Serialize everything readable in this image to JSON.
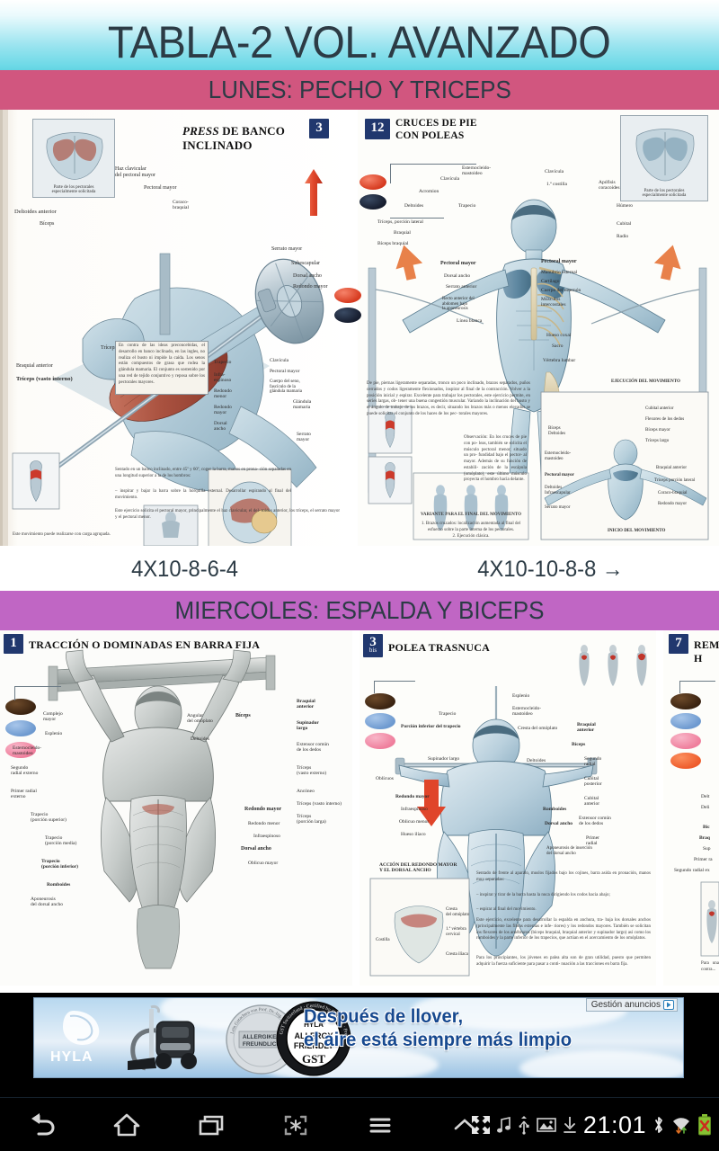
{
  "header": {
    "title": "TABLA-2 VOL. AVANZADO"
  },
  "days": [
    {
      "label": "LUNES: PECHO Y TRICEPS",
      "color": "#d1567f"
    },
    {
      "label": "MIERCOLES: ESPALDA Y BICEPS",
      "color": "#c066c4"
    }
  ],
  "monday": {
    "reps_left": "4X10-8-6-4",
    "reps_right": "4X10-10-8-8 →",
    "left_page": {
      "number": "3",
      "title_italic": "PRESS",
      "title_rest": " DE BANCO INCLINADO",
      "inset_caption": "Parte de los pectorales\nespecialmente solicitada",
      "labels": [
        "Haz clavicular\ndel pectoral mayor",
        "Pectoral mayor",
        "Coraco-\nbraquial",
        "Deltoides anterior",
        "Bíceps",
        "Serrato mayor",
        "Subescapular",
        "Dorsal ancho",
        "Redondo mayor",
        "Tríceps (porción larga)",
        "Braquial anterior",
        "Tríceps (vasto interno)",
        "Trapecio",
        "Infra-\nespinoso",
        "Redondo\nmenor",
        "Redondo\nmayor",
        "Dorsal\nancho",
        "Clavícula",
        "Pectoral mayor",
        "Cuerpo del esternon, fascículo de la glándula mamaria",
        "Glándula\nmamaria",
        "Serrato\nmayor"
      ],
      "body_text": [
        "En contra de las ideas preconcebidas, el desarrollo en banco inclinado, en las ingles, no realiza el busto ni impide la caída. Los senos están compuestos de grasa que rodea la glándula mamaria. El conjunto es sostenido por una red de tejido conjuntivo y reposa sobre los pectorales mayores.",
        "Sentado en un banco inclinado, entre 45º y 60º, coger la barra, manos en prona- ción separadas en una longitud superior a la de los hombros:",
        "– inspirar y bajar la barra sobre la horquilla esternal. Desarrollar espirando al final del movimiento.",
        "Este ejercicio solicita el pectoral mayor, principalmente el haz clavicular, el del- toides anterior, los tríceps, el serrato mayor y el pectoral menor.",
        "Este movimiento puede realizarse con carga agrupada."
      ]
    },
    "right_page": {
      "number": "12",
      "title": "CRUCES DE PIE\nCON POLEAS",
      "inset_caption": "Parte de los pectorales\nespecialmente solicitada",
      "labels": [
        "Esternocleido-\nmastoideo",
        "Clavícula",
        "Acromion",
        "Deltoides",
        "Trapecio",
        "1.ª costilla",
        "Clavícula",
        "Apófisis\ncoracoides",
        "Húmero",
        "Cubital",
        "Radio",
        "Tríceps, porción lateral",
        "Braquial",
        "Bíceps braquial",
        "Pectoral mayor",
        "Dorsal ancho",
        "Serrato anterior",
        "Recto anterior del abdomen bajo la aponeurosis",
        "Línea blanca",
        "Manubrio esternal",
        "Cartílago",
        "Cuerpo del esternón",
        "Músculos intercostales",
        "Hueso coxal",
        "Sacro",
        "Vértebra lumbar",
        "EJECUCIÓN DEL MOVIMIENTO",
        "INICIO DEL MOVIMIENTO",
        "Cubital anterior",
        "Flexores de los dedos",
        "Bíceps mayor",
        "Tríceps largo",
        "Bíceps\nDeltoides",
        "Esternocleido-\nmastoideo",
        "Pectoral mayor",
        "Deltoides\nInfraescapular",
        "Serrato mayor",
        "Braquial anterior",
        "Tríceps porción lateral",
        "Coraco-braquial",
        "Redondo mayor"
      ],
      "body_text": [
        "De pie, piernas ligeramente separadas, tronco un poco inclinado, brazos separados, puños cerrados y codos ligeramente flexionados, inspirar al final de la contracción. Volver a la posición inicial y espirar. Excelente para trabajar los pectorales, este ejercicio permite, en series largas, ob- tener una buena congestión muscular. Variando la inclinación del busto y el ángulo de trabajo de los brazos, es decir, situando los brazos más o menos elevados se puede solicitar el conjunto de los haces de los pec- torales mayores.",
        "Observación: En los cruces de pie con po- leas, también se solicita el músculo pectoral menor, situado un pro- fundidad bajo el pector- al mayor. Además de su función de estabili- zación de la escápula (omóplato), este último músculo proyecta el hombro hacia delante.",
        "VARIANTE PARA EL FINAL DEL MOVIMIENTO",
        "1. Brazos cruzados: localización aumentada al final del esfuerzo sobre la parte interna de los pectorales.",
        "2. Ejecución clásica."
      ]
    }
  },
  "wednesday": {
    "left_page": {
      "number": "1",
      "title": "TRACCIÓN O DOMINADAS EN BARRA FIJA",
      "labels": [
        "Complejo\nmayor",
        "Esplenio",
        "Esternocleido-\nmastoideo",
        "Segundo\nradial externo",
        "Primer radial\nexterno",
        "Trapecio\n(porción superior)",
        "Trapecio\n(porción media)",
        "Trapecio\n(porción inferior)",
        "Romboides",
        "Aponeurosis\ndel dorsal ancho",
        "Angular\ndel omóplato",
        "Deltoides",
        "Bíceps",
        "Braquial\nanterior",
        "Supinador\nlargo",
        "Extensor común\nde los dedos",
        "Tríceps\n(vasto externo)",
        "Ancóneo",
        "Tríceps (vasto interno)",
        "Tríceps\n(porción larga)",
        "Redondo mayor",
        "Redondo menor",
        "Infraespinoso",
        "Dorsal ancho",
        "Oblicuo mayor"
      ]
    },
    "mid_page": {
      "number": "3",
      "number_sub": "bis",
      "title": "POLEA TRASNUCA",
      "labels": [
        "Trapecio",
        "Porción inferior del trapecio",
        "Esplenio",
        "Esternocleido-\nmastoideo",
        "Cresta del omóplato",
        "Supinador largo",
        "Deltoides",
        "Bíceps",
        "Braquial\nanterior",
        "Segundo\nradial",
        "Cubital\nposterior",
        "Cubital\nanterior",
        "Extensor común\nde los dedos",
        "Primer\nradial",
        "Romboides",
        "Dorsal ancho",
        "Redondo mayor",
        "Oblicuo menor",
        "Infraespinoso",
        "Oblicuo mayor",
        "Hueso ilíaco",
        "Oblícuos",
        "Aponeurosis de inserción\ndel dorsal ancho",
        "ACCIÓN DEL REDONDO MAYOR\nY EL DORSAL ANCHO",
        "Costilla",
        "Cresta\ndel omóplato",
        "1.ª vértebra\ncervical",
        "Cresta ilíaca"
      ],
      "body_text": [
        "Sentado de frente al aparato, muslos fijados bajo los cojines, barra asida en pronación, manos muy separadas:",
        "– inspirar y tirar de la barra hasta la nuca dirigiendo los codos hacia abajo;",
        "– espirar al final del movimiento.",
        "Este ejercicio, excelente para desarrollar la espalda en anchura, tra- baja los dorsales anchos (principalmente las fibras externas e infe- riores) y los redondos mayores. También se solicitan los flexores de los antébrazos (bíceps braquial, braquial anterior y supinador largo) así como los romboides y la parte inferior de los trapecios, que actúan en el acercamiento de los omóplatos.",
        "Para los principiantes, los jóvenes en palea alta son de gran utilidad, puesto que permiten adquirir la fuerza suficiente para pasar a conti- nuación a las tracciones en barra fija."
      ]
    },
    "right_page": {
      "number": "7",
      "title": "REMO H",
      "labels": [
        "Deltoides",
        "Deltoides",
        "Bíceps",
        "Braquial",
        "Supinador",
        "Primer radial externo",
        "Segundo radial externo"
      ],
      "body_text": [
        "Para una contra..."
      ]
    }
  },
  "ad": {
    "brand": "HYLA",
    "headline_line1": "Después de llover,",
    "headline_line2": "el aire está siempre más limpio",
    "adchoices_label": "Gestión anuncios",
    "seal1_text": "ALLERGIKER FREUNDLICH",
    "seal1_arc": "Lein Gutachten von Prof. Dr.-Ing. Michael Hader",
    "seal2_line1": "HYLA",
    "seal2_line2": "ALLERGY",
    "seal2_line3": "FRIENDLY",
    "seal2_line4": "GST",
    "seal2_arc": "GST Switzerland • Certified by GST AG • Prof. Dr. H. G. Obert"
  },
  "navbar": {
    "buttons": [
      {
        "name": "back",
        "icon": "back-arrow-icon"
      },
      {
        "name": "home",
        "icon": "home-icon"
      },
      {
        "name": "recents",
        "icon": "recents-icon"
      },
      {
        "name": "screenshot",
        "icon": "screenshot-icon"
      },
      {
        "name": "menu",
        "icon": "menu-icon"
      },
      {
        "name": "collapse",
        "icon": "chevron-up-icon"
      }
    ],
    "tray": {
      "expand_icon": "expand-icon",
      "music_icon": "music-note-icon",
      "usb_icon": "usb-icon",
      "image_icon": "image-icon",
      "download_icon": "download-icon",
      "clock": "21:01",
      "bluetooth_icon": "bluetooth-icon",
      "wifi_icon": "wifi-icon",
      "battery_icon": "battery-error-icon"
    }
  }
}
